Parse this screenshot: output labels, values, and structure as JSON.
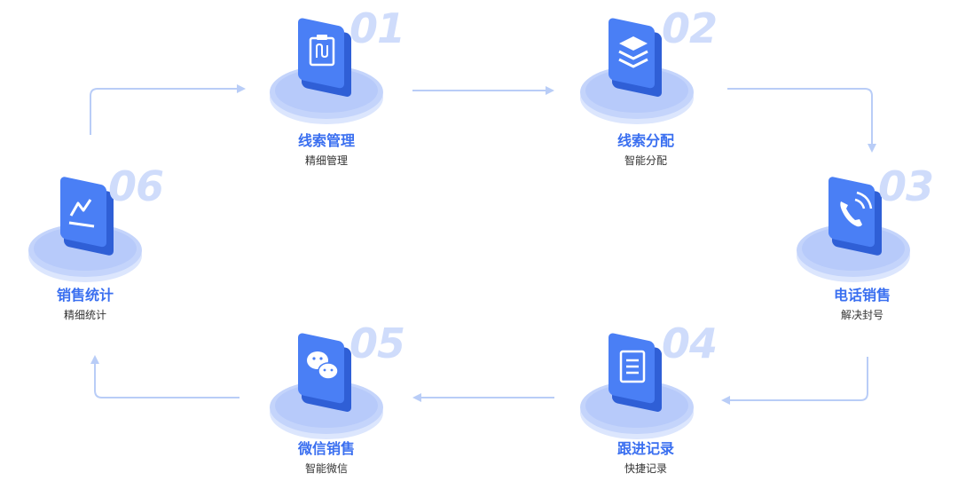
{
  "colors": {
    "accent": "#3a6ff0",
    "connector": "#b9cdf7",
    "platform": "#c9d8fc",
    "platform_top": "#b1c7fa",
    "number": "#cfdcfb",
    "icon_front": "#4a7ff5",
    "icon_side": "#2f5fd6"
  },
  "steps": [
    {
      "number": "01",
      "title": "线索管理",
      "subtitle": "精细管理",
      "icon": "clipboard-icon"
    },
    {
      "number": "02",
      "title": "线索分配",
      "subtitle": "智能分配",
      "icon": "layers-icon"
    },
    {
      "number": "03",
      "title": "电话销售",
      "subtitle": "解决封号",
      "icon": "phone-icon"
    },
    {
      "number": "04",
      "title": "跟进记录",
      "subtitle": "快捷记录",
      "icon": "document-icon"
    },
    {
      "number": "05",
      "title": "微信销售",
      "subtitle": "智能微信",
      "icon": "wechat-icon"
    },
    {
      "number": "06",
      "title": "销售统计",
      "subtitle": "精细统计",
      "icon": "line-chart-icon"
    }
  ]
}
